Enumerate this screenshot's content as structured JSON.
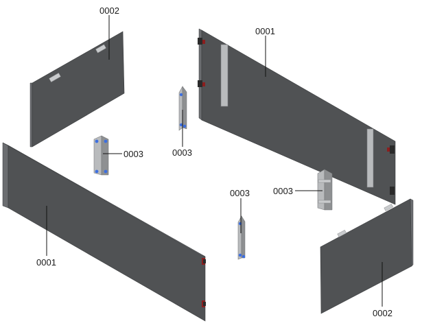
{
  "callouts": {
    "p1_front": "0001",
    "p1_back": "0001",
    "p2_back": "0002",
    "p2_front": "0002",
    "b_left": "0003",
    "b_center_top": "0003",
    "b_center_bottom": "0003",
    "b_right": "0003"
  },
  "colors": {
    "panel": "#505254",
    "bracket": "#b9bbbd",
    "screw": "#3d6fe0"
  }
}
